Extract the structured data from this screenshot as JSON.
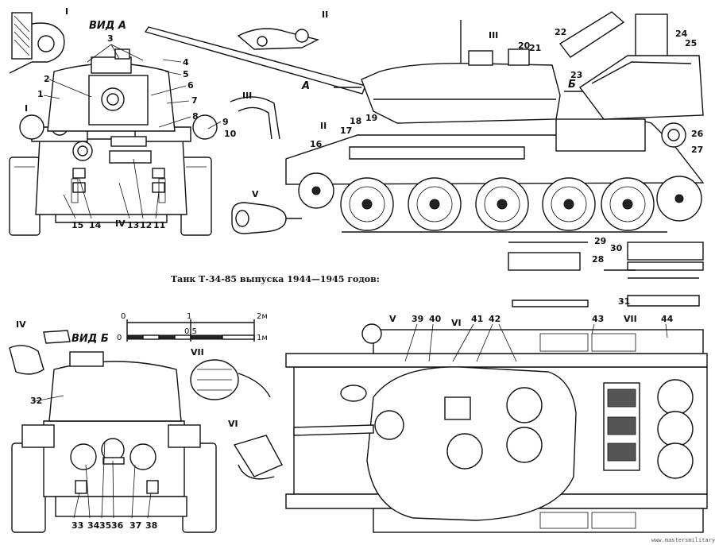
{
  "caption": "Танк Т-34-85 выпуска 1944—1945 годов:",
  "views": {
    "a": "ВИД А",
    "b": "ВИД Б",
    "arrow_a": "А",
    "arrow_b": "Б"
  },
  "roman": [
    "I",
    "II",
    "III",
    "IV",
    "V",
    "VI",
    "VII"
  ],
  "scale": {
    "top_0": "0",
    "top_1": "1",
    "top_2": "2м",
    "bot_0": "0",
    "bot_05": "0,5",
    "bot_1": "1м"
  },
  "callouts": [
    "1",
    "2",
    "3",
    "4",
    "5",
    "6",
    "7",
    "8",
    "9",
    "10",
    "11",
    "12",
    "13",
    "14",
    "15",
    "16",
    "17",
    "18",
    "19",
    "20",
    "21",
    "22",
    "23",
    "24",
    "25",
    "26",
    "27",
    "28",
    "29",
    "30",
    "31",
    "32",
    "33",
    "34",
    "35",
    "36",
    "37",
    "38",
    "39",
    "40",
    "41",
    "42",
    "43",
    "44"
  ],
  "watermark": "www.mastersmilitary.com"
}
